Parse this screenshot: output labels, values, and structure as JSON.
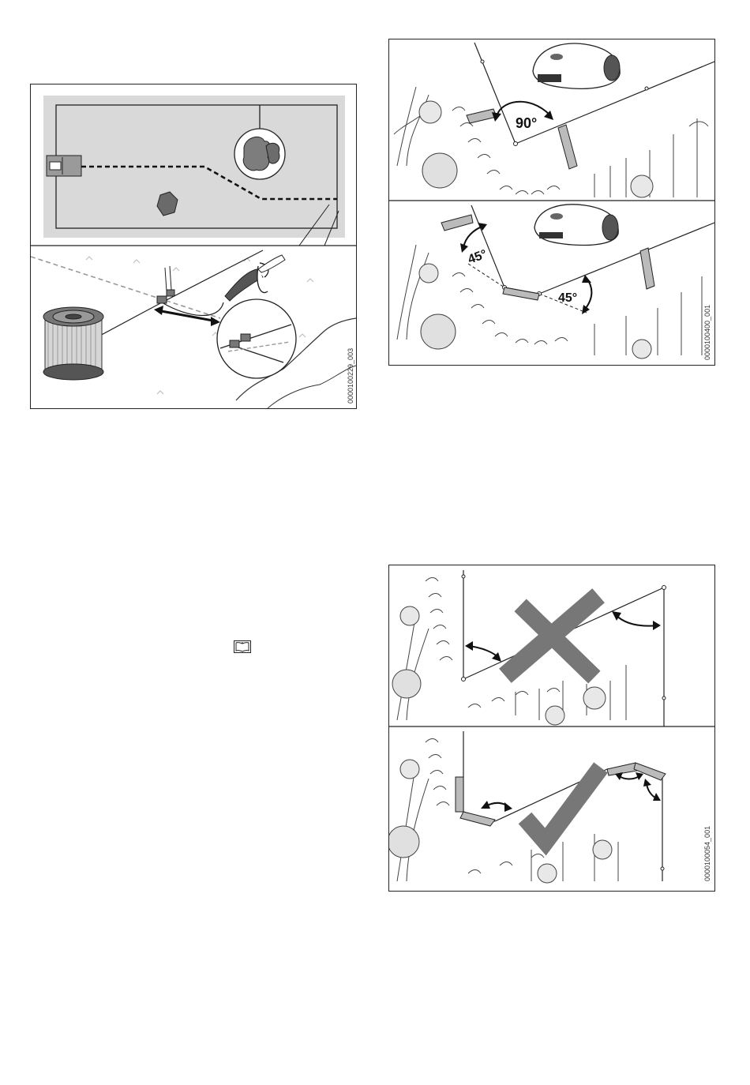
{
  "figures": {
    "wire_layout": {
      "code": "0000100229_003"
    },
    "corner_angles": {
      "code": "0000100400_001",
      "angle_top": "90°",
      "angle_left": "45°",
      "angle_right": "45°"
    },
    "corner_good_bad": {
      "code": "0000100054_001"
    }
  },
  "icons": {
    "reference": "book-icon"
  }
}
